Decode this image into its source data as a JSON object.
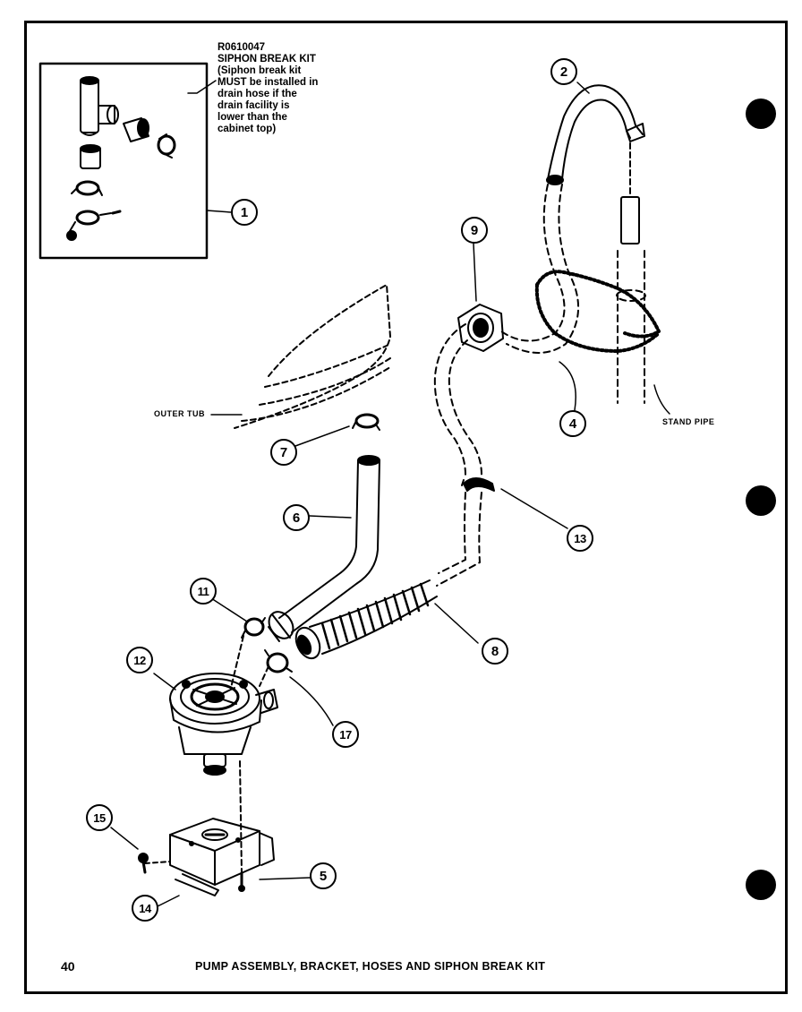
{
  "kit_note": {
    "lines": [
      "R0610047",
      "SIPHON BREAK KIT",
      "(Siphon break kit",
      "MUST be installed in",
      "drain hose if the",
      "drain facility is",
      "lower than the",
      "cabinet top)"
    ]
  },
  "labels": {
    "outer_tub": "OUTER TUB",
    "stand_pipe": "STAND PIPE"
  },
  "callouts": [
    "1",
    "2",
    "4",
    "5",
    "6",
    "7",
    "8",
    "9",
    "11",
    "12",
    "13",
    "14",
    "15",
    "17"
  ],
  "footer": {
    "page_number": "40",
    "caption": "PUMP ASSEMBLY, BRACKET, HOSES AND SIPHON BREAK KIT"
  }
}
